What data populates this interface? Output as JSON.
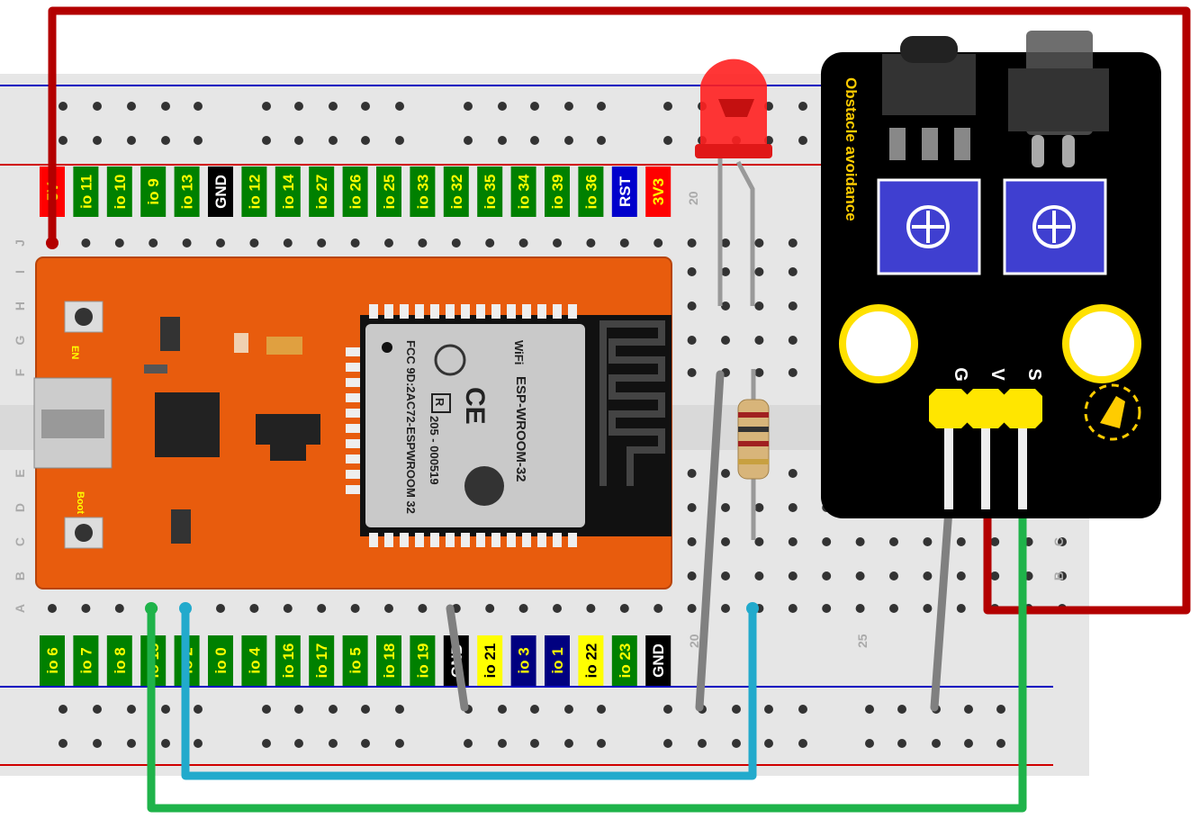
{
  "top_pin_labels": [
    {
      "text": "5V",
      "bg": "#ff0000",
      "fg": "#ffff00"
    },
    {
      "text": "io 11",
      "bg": "#008000",
      "fg": "#ffff00"
    },
    {
      "text": "io 10",
      "bg": "#008000",
      "fg": "#ffff00"
    },
    {
      "text": "io 9",
      "bg": "#008000",
      "fg": "#ffff00"
    },
    {
      "text": "io 13",
      "bg": "#008000",
      "fg": "#ffff00"
    },
    {
      "text": "GND",
      "bg": "#000000",
      "fg": "#ffffff"
    },
    {
      "text": "io 12",
      "bg": "#008000",
      "fg": "#ffff00"
    },
    {
      "text": "io 14",
      "bg": "#008000",
      "fg": "#ffff00"
    },
    {
      "text": "io 27",
      "bg": "#008000",
      "fg": "#ffff00"
    },
    {
      "text": "io 26",
      "bg": "#008000",
      "fg": "#ffff00"
    },
    {
      "text": "io 25",
      "bg": "#008000",
      "fg": "#ffff00"
    },
    {
      "text": "io 33",
      "bg": "#008000",
      "fg": "#ffff00"
    },
    {
      "text": "io 32",
      "bg": "#008000",
      "fg": "#ffff00"
    },
    {
      "text": "io 35",
      "bg": "#008000",
      "fg": "#ffff00"
    },
    {
      "text": "io 34",
      "bg": "#008000",
      "fg": "#ffff00"
    },
    {
      "text": "io 39",
      "bg": "#008000",
      "fg": "#ffff00"
    },
    {
      "text": "io 36",
      "bg": "#008000",
      "fg": "#ffff00"
    },
    {
      "text": "RST",
      "bg": "#0000cc",
      "fg": "#ffffff"
    },
    {
      "text": "3V3",
      "bg": "#ff0000",
      "fg": "#ffff00"
    }
  ],
  "bottom_pin_labels": [
    {
      "text": "io 6",
      "bg": "#008000",
      "fg": "#ffff00"
    },
    {
      "text": "io 7",
      "bg": "#008000",
      "fg": "#ffff00"
    },
    {
      "text": "io 8",
      "bg": "#008000",
      "fg": "#ffff00"
    },
    {
      "text": "io 15",
      "bg": "#008000",
      "fg": "#ffff00"
    },
    {
      "text": "io 2",
      "bg": "#008000",
      "fg": "#ffff00"
    },
    {
      "text": "io 0",
      "bg": "#008000",
      "fg": "#ffff00"
    },
    {
      "text": "io 4",
      "bg": "#008000",
      "fg": "#ffff00"
    },
    {
      "text": "io 16",
      "bg": "#008000",
      "fg": "#ffff00"
    },
    {
      "text": "io 17",
      "bg": "#008000",
      "fg": "#ffff00"
    },
    {
      "text": "io 5",
      "bg": "#008000",
      "fg": "#ffff00"
    },
    {
      "text": "io 18",
      "bg": "#008000",
      "fg": "#ffff00"
    },
    {
      "text": "io 19",
      "bg": "#008000",
      "fg": "#ffff00"
    },
    {
      "text": "GND",
      "bg": "#000000",
      "fg": "#ffffff"
    },
    {
      "text": "io 21",
      "bg": "#ffff00",
      "fg": "#000000"
    },
    {
      "text": "io 3",
      "bg": "#000080",
      "fg": "#ffff00"
    },
    {
      "text": "io 1",
      "bg": "#000080",
      "fg": "#ffff00"
    },
    {
      "text": "io 22",
      "bg": "#ffff00",
      "fg": "#000000"
    },
    {
      "text": "io 23",
      "bg": "#008000",
      "fg": "#ffff00"
    },
    {
      "text": "GND",
      "bg": "#000000",
      "fg": "#ffffff"
    }
  ],
  "row_letters_left": [
    "J",
    "I",
    "H",
    "G",
    "F",
    "E",
    "D",
    "C",
    "B",
    "A"
  ],
  "row_letters_right": [
    "C",
    "B"
  ],
  "column_numbers": {
    "top": "20",
    "bottom_a": "20",
    "bottom_b": "25"
  },
  "esp_module": {
    "fcc_line": "FCC 9D:2AC72-ESPWROOM 32",
    "model": "ESP-WROOM-32",
    "cert": "205 - 000519",
    "wifi": "WiFi",
    "ce": "CE",
    "r_mark": "R"
  },
  "board_buttons": {
    "en": "EN",
    "boot": "Boot"
  },
  "sensor": {
    "title": "Obstacle avoidance",
    "pins": [
      "G",
      "V",
      "S"
    ]
  },
  "colors": {
    "breadboard": "#e6e6e6",
    "rail_red": "#d00000",
    "rail_blue": "#0000c0",
    "esp_board": "#e85c0d",
    "wire_red": "#b30000",
    "wire_green": "#1fb34a",
    "wire_cyan": "#22aacc",
    "wire_gray": "#808080",
    "sensor_body": "#000000",
    "led": "#ff2020"
  }
}
